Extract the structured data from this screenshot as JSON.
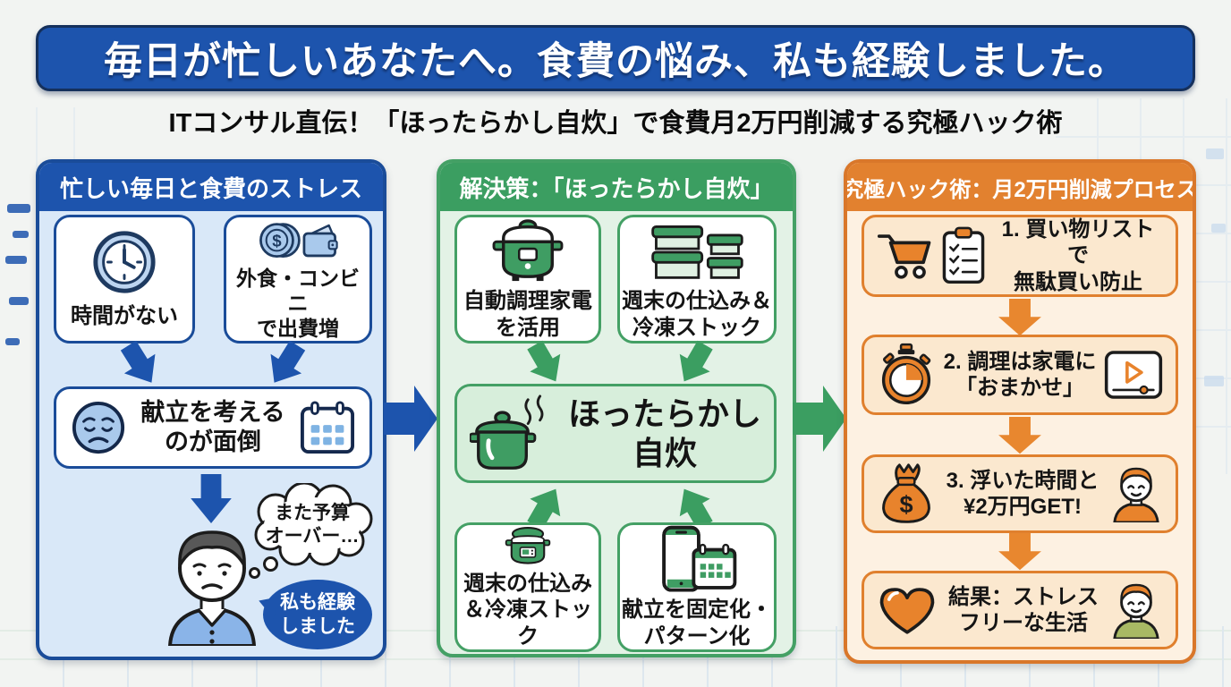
{
  "banner": {
    "title": "毎日が忙しいあなたへ。食費の悩み、私も経験しました。"
  },
  "subtitle": "ITコンサル直伝！「ほったらかし自炊」で食費月2万円削減する究極ハック術",
  "problem_panel": {
    "title": "忙しい毎日と食費のストレス",
    "time_box": {
      "label": "時間がない"
    },
    "eatout_box": {
      "line1": "外食・コンビニ",
      "line2": "で出費増"
    },
    "menu_box": {
      "line1": "献立を考える",
      "line2": "のが面倒"
    },
    "thought_bubble": {
      "line1": "また予算",
      "line2": "オーバー…"
    },
    "speech_bubble": {
      "line1": "私も経験",
      "line2": "しました"
    }
  },
  "solution_panel": {
    "title": "解決策：「ほったらかし自炊」",
    "appliance_box": {
      "line1": "自動調理家電",
      "line2": "を活用"
    },
    "stock_top_box": {
      "line1": "週末の仕込み＆",
      "line2": "冷凍ストック"
    },
    "center_box": {
      "line1": "ほったらかし",
      "line2": "自炊"
    },
    "stock_bottom_box": {
      "line1": "週末の仕込み",
      "line2": "＆冷凍ストック"
    },
    "menu_fix_box": {
      "line1": "献立を固定化・",
      "line2": "パターン化"
    }
  },
  "process_panel": {
    "title": "究極ハック術：月2万円削減プロセス",
    "step1": {
      "line1": "1. 買い物リストで",
      "line2": "無駄買い防止"
    },
    "step2": {
      "line1": "2. 調理は家電に",
      "line2": "「おまかせ」"
    },
    "step3": {
      "line1": "3. 浮いた時間と",
      "line2": "¥2万円GET!"
    },
    "step4": {
      "line1": "結果：ストレス",
      "line2": "フリーな生活"
    }
  },
  "icons": {
    "clock-icon": "clock",
    "coins-wallet-icon": "dollar coins and wallet",
    "sad-face-icon": "sad face",
    "calendar-icon": "calendar",
    "worried-person-icon": "worried man in blue shirt",
    "thought-bubble": "thought cloud",
    "speech-bubble": "speech balloon",
    "rice-cooker-icon": "automatic rice cooker",
    "containers-icon": "stacked food storage containers",
    "pot-icon": "steaming cooking pot",
    "pressure-cooker-icon": "electric pressure cooker",
    "phone-calendar-icon": "smartphone with calendar",
    "cart-icon": "shopping cart",
    "checklist-icon": "checklist clipboard",
    "stopwatch-icon": "stopwatch",
    "video-player-icon": "video player",
    "money-bag-icon": "dollar money bag",
    "happy-person-orange-icon": "happy person in orange shirt",
    "heart-icon": "heart",
    "happy-person-green-icon": "happy person in green shirt"
  },
  "colors": {
    "banner-blue": "#1d54ad",
    "navy-border": "#15305c",
    "blue-border": "#1a4c99",
    "blue-panel-bg": "#d9e8f8",
    "icon-light-blue": "#a9c9ec",
    "icon-navy": "#1e3a60",
    "green-header": "#3b9e61",
    "green-border": "#44a065",
    "green-panel-bg": "#e3f2e6",
    "green-center-bg": "#d7eedb",
    "icon-green": "#3f9d63",
    "icon-light-green": "#dff0e2",
    "orange-header": "#e2812f",
    "orange-border": "#d9772a",
    "orange-panel-bg": "#fdf1e2",
    "orange-box-bg": "#fbe8cf",
    "orange-box-border": "#e0802e",
    "icon-orange": "#e8832c",
    "arrow-orange": "#e8872f",
    "shirt-blue": "#8ab4e8",
    "shirt-green": "#a8b964",
    "text-dark": "#141414"
  }
}
